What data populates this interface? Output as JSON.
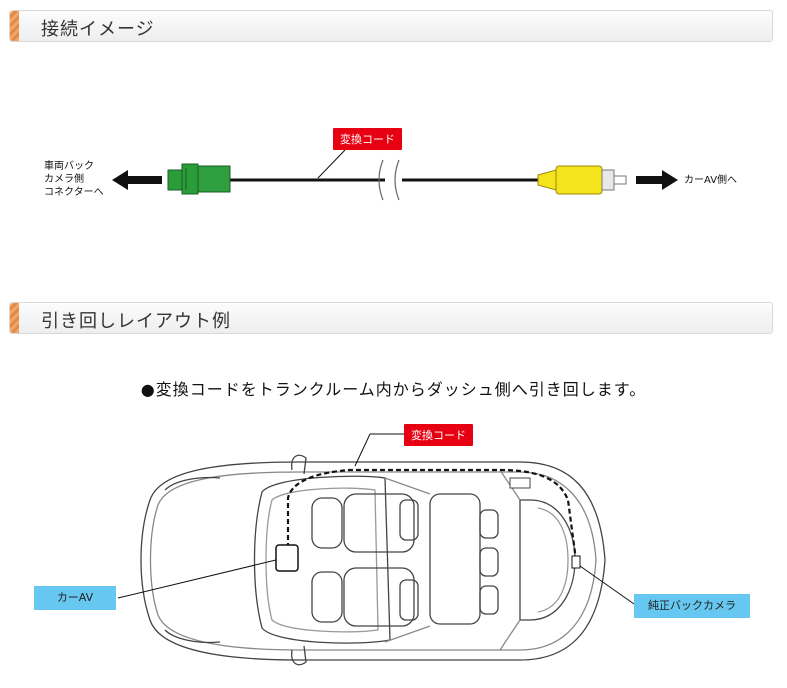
{
  "section1": {
    "title": "接続イメージ"
  },
  "section2": {
    "title": "引き回しレイアウト例"
  },
  "diagram1": {
    "cable_label": "変換コード",
    "left_label_lines": [
      "車両バック",
      "カメラ側",
      "コネクターへ"
    ],
    "right_label": "カーAV側へ",
    "colors": {
      "green_connector": "#2a9d3a",
      "yellow_connector": "#f5e31c",
      "label_red": "#e60012"
    }
  },
  "diagram2": {
    "description": "●変換コードをトランクルーム内からダッシュ側へ引き回します。",
    "cable_label": "変換コード",
    "car_av_label": "カーAV",
    "camera_label": "純正バックカメラ",
    "colors": {
      "label_blue": "#66c7f0"
    }
  }
}
